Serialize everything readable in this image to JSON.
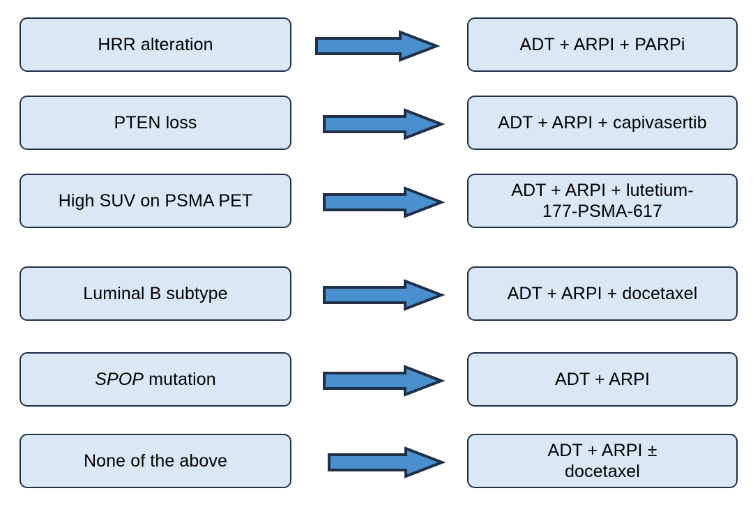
{
  "diagram": {
    "title": "Biomarker-directed treatment selection flow",
    "type": "flow-diagram",
    "orientation": "left-to-right",
    "colors": {
      "node_fill": "#dce7f5",
      "node_border": "#1f3048",
      "arrow_fill": "#4a8fce",
      "arrow_border": "#1f3048",
      "text": "#000000",
      "background": "#ffffff"
    },
    "connector_label": "right-arrow",
    "rows": [
      {
        "id": "row-1",
        "condition": "HRR alteration",
        "condition_italic_prefix": "",
        "condition_plain": "HRR alteration",
        "arrow": "→",
        "treatment": "ADT + ARPI + PARPi",
        "treatment_lines": [
          "ADT + ARPI + PARPi"
        ]
      },
      {
        "id": "row-2",
        "condition": "PTEN loss",
        "condition_italic_prefix": "",
        "condition_plain": "PTEN loss",
        "arrow": "→",
        "treatment": "ADT + ARPI + capivasertib",
        "treatment_lines": [
          "ADT + ARPI + capivasertib"
        ]
      },
      {
        "id": "row-3",
        "condition": "High SUV on PSMA PET",
        "condition_italic_prefix": "",
        "condition_plain": "High SUV on PSMA PET",
        "arrow": "→",
        "treatment": "ADT + ARPI + lutetium-177-PSMA-617",
        "treatment_lines": [
          "ADT + ARPI + lutetium-",
          "177-PSMA-617"
        ]
      },
      {
        "id": "row-4",
        "condition": "Luminal B subtype",
        "condition_italic_prefix": "",
        "condition_plain": "Luminal B subtype",
        "arrow": "→",
        "treatment": "ADT + ARPI + docetaxel",
        "treatment_lines": [
          "ADT + ARPI + docetaxel"
        ]
      },
      {
        "id": "row-5",
        "condition": "SPOP mutation",
        "condition_italic_prefix": "SPOP",
        "condition_plain": " mutation",
        "arrow": "→",
        "treatment": "ADT + ARPI",
        "treatment_lines": [
          "ADT + ARPI"
        ]
      },
      {
        "id": "row-6",
        "condition": "None of the above",
        "condition_italic_prefix": "",
        "condition_plain": "None of the above",
        "arrow": "→",
        "treatment": "ADT + ARPI ± docetaxel",
        "treatment_lines": [
          "ADT + ARPI ±",
          "docetaxel"
        ]
      }
    ]
  }
}
